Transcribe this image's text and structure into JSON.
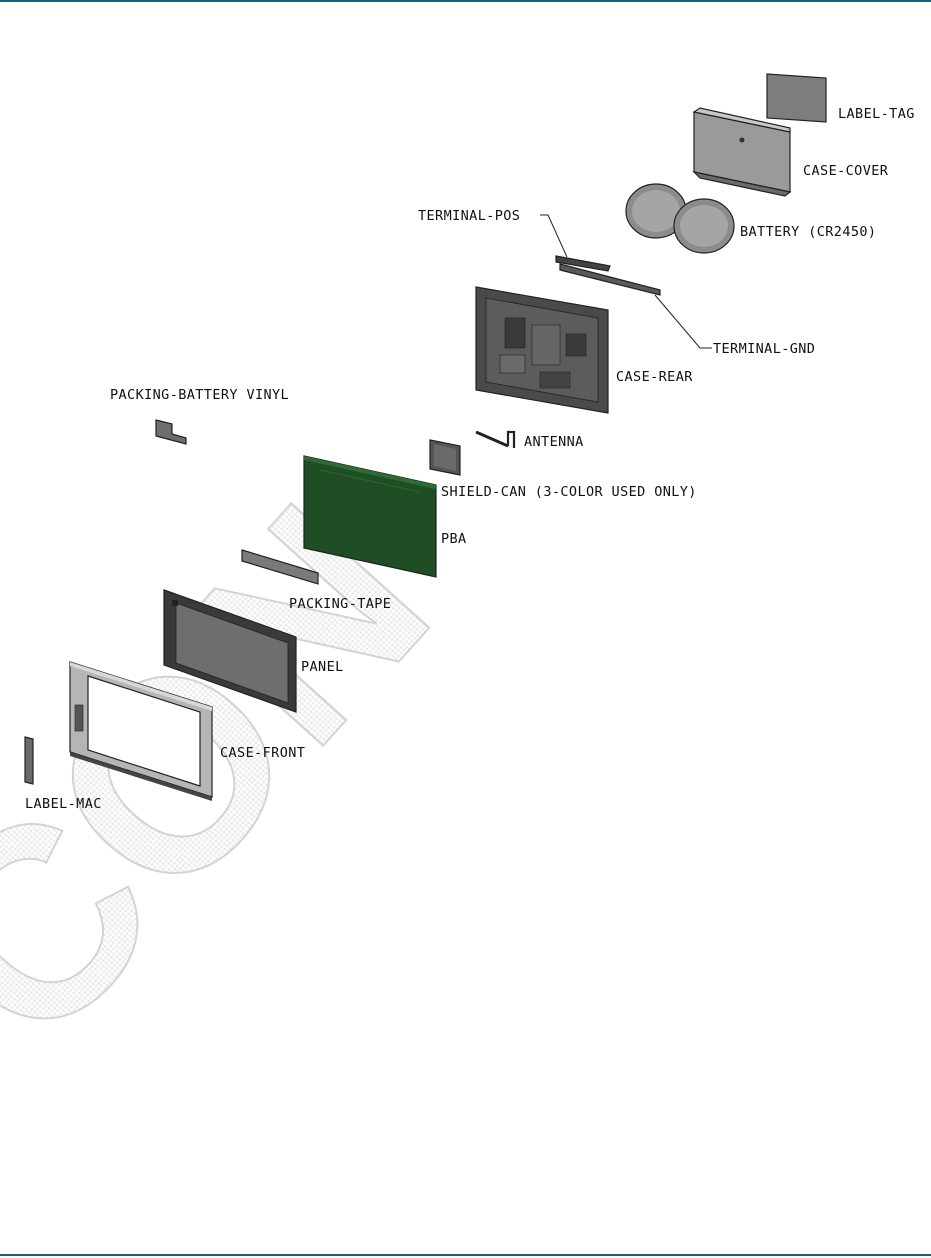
{
  "labels": {
    "label_tag": "LABEL-TAG",
    "case_cover": "CASE-COVER",
    "battery": "BATTERY (CR2450)",
    "terminal_pos": "TERMINAL-POS",
    "terminal_gnd": "TERMINAL-GND",
    "case_rear": "CASE-REAR",
    "packing_battery_vinyl": "PACKING-BATTERY VINYL",
    "antenna": "ANTENNA",
    "shield_can": "SHIELD-CAN (3-COLOR USED ONLY)",
    "pba": "PBA",
    "packing_tape": "PACKING-TAPE",
    "panel": "PANEL",
    "case_front": "CASE-FRONT",
    "label_mac": "LABEL-MAC"
  },
  "watermark": "CON",
  "colors": {
    "rule": "#1d5c7a",
    "pba_green": "#1f4d24",
    "part_gray": "#8a8a8a",
    "dark_part": "#3a3a3a",
    "watermark": "#d6d6d6"
  }
}
